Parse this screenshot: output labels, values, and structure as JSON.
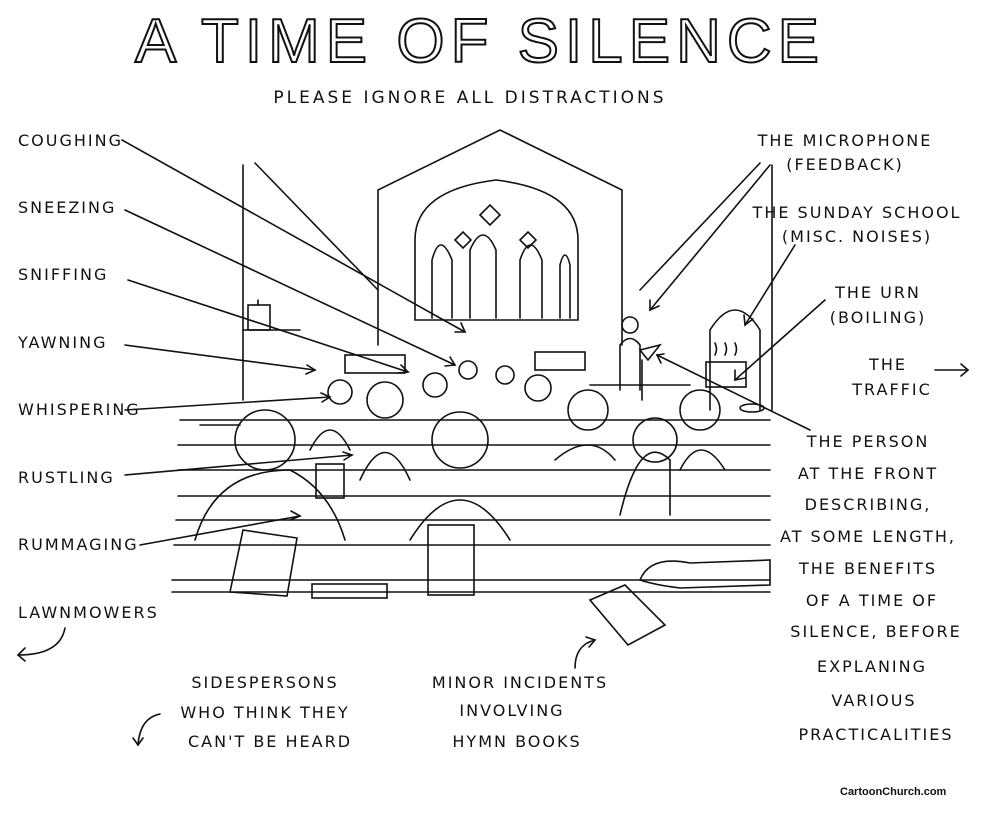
{
  "title": "A TIME OF SILENCE",
  "subtitle": "PLEASE IGNORE ALL DISTRACTIONS",
  "left_labels": [
    "COUGHING",
    "SNEEZING",
    "SNIFFING",
    "YAWNING",
    "WHISPERING",
    "RUSTLING",
    "RUMMAGING",
    "LAWNMOWERS"
  ],
  "right_labels": {
    "microphone": [
      "THE MICROPHONE",
      "(FEEDBACK)"
    ],
    "sunday_school": [
      "THE SUNDAY SCHOOL",
      "(MISC. NOISES)"
    ],
    "urn": [
      "THE URN",
      "(BOILING)"
    ],
    "traffic": [
      "THE",
      "TRAFFIC"
    ],
    "person": [
      "THE PERSON",
      "AT THE FRONT",
      "DESCRIBING,",
      "AT SOME LENGTH,",
      "THE BENEFITS",
      "OF A TIME OF",
      "SILENCE, BEFORE",
      "EXPLANING",
      "VARIOUS",
      "PRACTICALITIES"
    ]
  },
  "bottom_labels": {
    "sidespersons": [
      "SIDESPERSONS",
      "WHO THINK THEY",
      "CAN'T BE HEARD"
    ],
    "hymn_books": [
      "MINOR INCIDENTS",
      "INVOLVING",
      "HYMN BOOKS"
    ]
  },
  "credit": "CartoonChurch.com"
}
